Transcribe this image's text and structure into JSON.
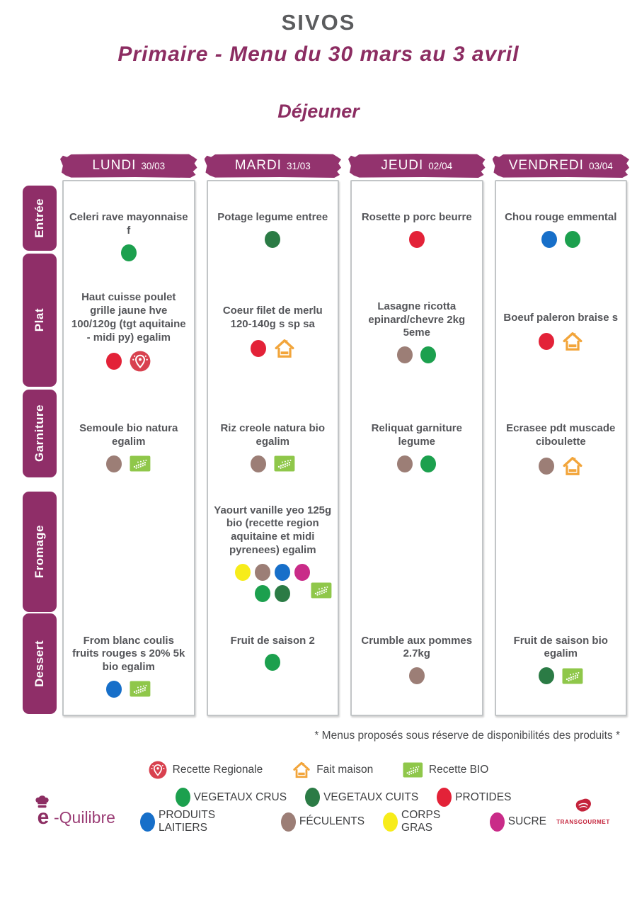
{
  "page": {
    "title": "SIVOS",
    "subtitle": "Primaire - Menu du 30 mars au 3 avril",
    "meal_title": "Déjeuner",
    "footnote": "* Menus proposés sous réserve de disponibilités des produits *"
  },
  "rows": [
    {
      "id": "entree",
      "label": "Entrée"
    },
    {
      "id": "plat",
      "label": "Plat"
    },
    {
      "id": "garniture",
      "label": "Garniture"
    },
    {
      "id": "fromage",
      "label": "Fromage"
    },
    {
      "id": "dessert",
      "label": "Dessert"
    }
  ],
  "days": [
    {
      "id": "lundi",
      "name": "LUNDI",
      "date": "30/03",
      "slots": {
        "entree": {
          "text": "Celeri rave mayonnaise f",
          "dots": [
            "green"
          ],
          "icons": []
        },
        "plat": {
          "text": "Haut cuisse poulet grille jaune hve 100/120g (tgt aquitaine - midi py) egalim",
          "dots": [
            "red"
          ],
          "icons": [
            "recette-regionale"
          ]
        },
        "garniture": {
          "text": "Semoule bio natura egalim",
          "dots": [
            "brown"
          ],
          "icons": [
            "bio"
          ]
        },
        "fromage": null,
        "dessert": {
          "text": "From blanc coulis fruits rouges s 20% 5k bio egalim",
          "dots": [
            "blue"
          ],
          "icons": [
            "bio"
          ]
        }
      }
    },
    {
      "id": "mardi",
      "name": "MARDI",
      "date": "31/03",
      "slots": {
        "entree": {
          "text": "Potage legume entree",
          "dots": [
            "darkgreen"
          ],
          "icons": []
        },
        "plat": {
          "text": "Coeur filet de merlu 120-140g s sp sa",
          "dots": [
            "red"
          ],
          "icons": [
            "fait-maison"
          ]
        },
        "garniture": {
          "text": "Riz creole natura bio egalim",
          "dots": [
            "brown"
          ],
          "icons": [
            "bio"
          ]
        },
        "fromage": {
          "text": "Yaourt vanille yeo 125g bio (recette region aquitaine et midi pyrenees) egalim",
          "dots": [
            "yellow",
            "brown",
            "blue",
            "magenta",
            "green",
            "darkgreen"
          ],
          "icons": [
            "bio"
          ]
        },
        "dessert": {
          "text": "Fruit de saison 2",
          "dots": [
            "green"
          ],
          "icons": []
        }
      }
    },
    {
      "id": "jeudi",
      "name": "JEUDI",
      "date": "02/04",
      "slots": {
        "entree": {
          "text": "Rosette p porc beurre",
          "dots": [
            "red"
          ],
          "icons": []
        },
        "plat": {
          "text": "Lasagne ricotta epinard/chevre 2kg 5eme",
          "dots": [
            "brown",
            "green"
          ],
          "icons": []
        },
        "garniture": {
          "text": "Reliquat garniture legume",
          "dots": [
            "brown",
            "green"
          ],
          "icons": []
        },
        "fromage": null,
        "dessert": {
          "text": "Crumble aux pommes 2.7kg",
          "dots": [
            "brown"
          ],
          "icons": []
        }
      }
    },
    {
      "id": "vendredi",
      "name": "VENDREDI",
      "date": "03/04",
      "slots": {
        "entree": {
          "text": "Chou rouge emmental",
          "dots": [
            "blue",
            "green"
          ],
          "icons": []
        },
        "plat": {
          "text": "Boeuf paleron braise s",
          "dots": [
            "red"
          ],
          "icons": [
            "fait-maison"
          ]
        },
        "garniture": {
          "text": "Ecrasee pdt muscade ciboulette",
          "dots": [
            "brown"
          ],
          "icons": [
            "fait-maison"
          ]
        },
        "fromage": null,
        "dessert": {
          "text": "Fruit de saison bio egalim",
          "dots": [
            "darkgreen"
          ],
          "icons": [
            "bio"
          ]
        }
      }
    }
  ],
  "icon_legend": [
    {
      "icon": "recette-regionale",
      "label": "Recette Regionale"
    },
    {
      "icon": "fait-maison",
      "label": "Fait maison"
    },
    {
      "icon": "bio",
      "label": "Recette BIO"
    }
  ],
  "dot_legend": [
    [
      {
        "dot": "green",
        "label": "VEGETAUX CRUS"
      },
      {
        "dot": "darkgreen",
        "label": "VEGETAUX CUITS"
      },
      {
        "dot": "red",
        "label": "PROTIDES"
      }
    ],
    [
      {
        "dot": "blue",
        "label": "PRODUITS LAITIERS"
      },
      {
        "dot": "brown",
        "label": "FÉCULENTS"
      },
      {
        "dot": "yellow",
        "label": "CORPS GRAS"
      },
      {
        "dot": "magenta",
        "label": "SUCRE"
      }
    ]
  ],
  "dot_colors": {
    "green": "#1CA04E",
    "darkgreen": "#2B7B45",
    "red": "#E32238",
    "blue": "#176FC9",
    "brown": "#9C7E76",
    "yellow": "#F7EC1A",
    "magenta": "#C92B88"
  },
  "dot_groups": {
    "green": "vegetaux-crus",
    "darkgreen": "vegetaux-cuits",
    "red": "protides",
    "blue": "produits-laitiers",
    "brown": "feculents",
    "yellow": "corps-gras",
    "magenta": "sucre"
  },
  "icon_colors": {
    "bio": "#8FC74A",
    "fait_maison": "#F2A53B",
    "recette_regionale": "#D8414F"
  },
  "logos": {
    "equilibre_e": "e",
    "equilibre_text": "-Quilibre",
    "transgourmet": "TRANSGOURMET"
  }
}
